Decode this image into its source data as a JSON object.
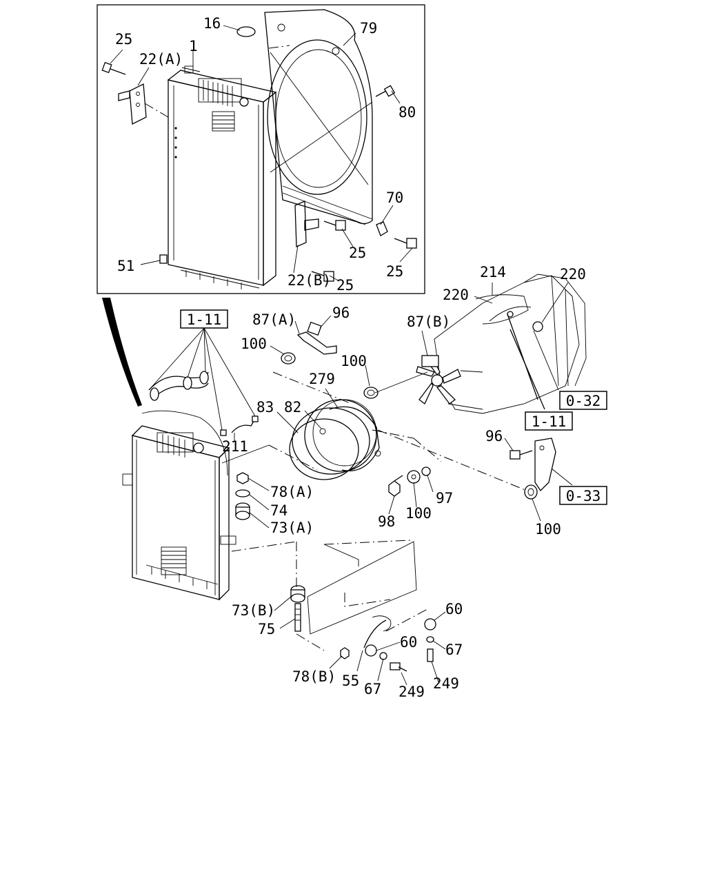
{
  "callouts": {
    "c16": "16",
    "c79": "79",
    "c25a": "25",
    "c22a": "22(A)",
    "c1": "1",
    "c80": "80",
    "c70": "70",
    "c25b": "25",
    "c25c": "25",
    "c51": "51",
    "c22b": "22(B)",
    "c25d": "25",
    "c214": "214",
    "c220a": "220",
    "c220b": "220",
    "c87a": "87(A)",
    "c96a": "96",
    "c100a": "100",
    "c100b": "100",
    "c87b": "87(B)",
    "c279": "279",
    "c83": "83",
    "c82": "82",
    "c211": "211",
    "c78a": "78(A)",
    "c74": "74",
    "c73a": "73(A)",
    "c96b": "96",
    "c98": "98",
    "c100c": "100",
    "c97": "97",
    "c100d": "100",
    "c73b": "73(B)",
    "c75": "75",
    "c60a": "60",
    "c67a": "67",
    "c60b": "60",
    "c78b": "78(B)",
    "c55": "55",
    "c67b": "67",
    "c249a": "249",
    "c249b": "249"
  },
  "references": {
    "ref_1_11_left": "1-11",
    "ref_0_32": "0-32",
    "ref_1_11_right": "1-11",
    "ref_0_33": "0-33"
  }
}
